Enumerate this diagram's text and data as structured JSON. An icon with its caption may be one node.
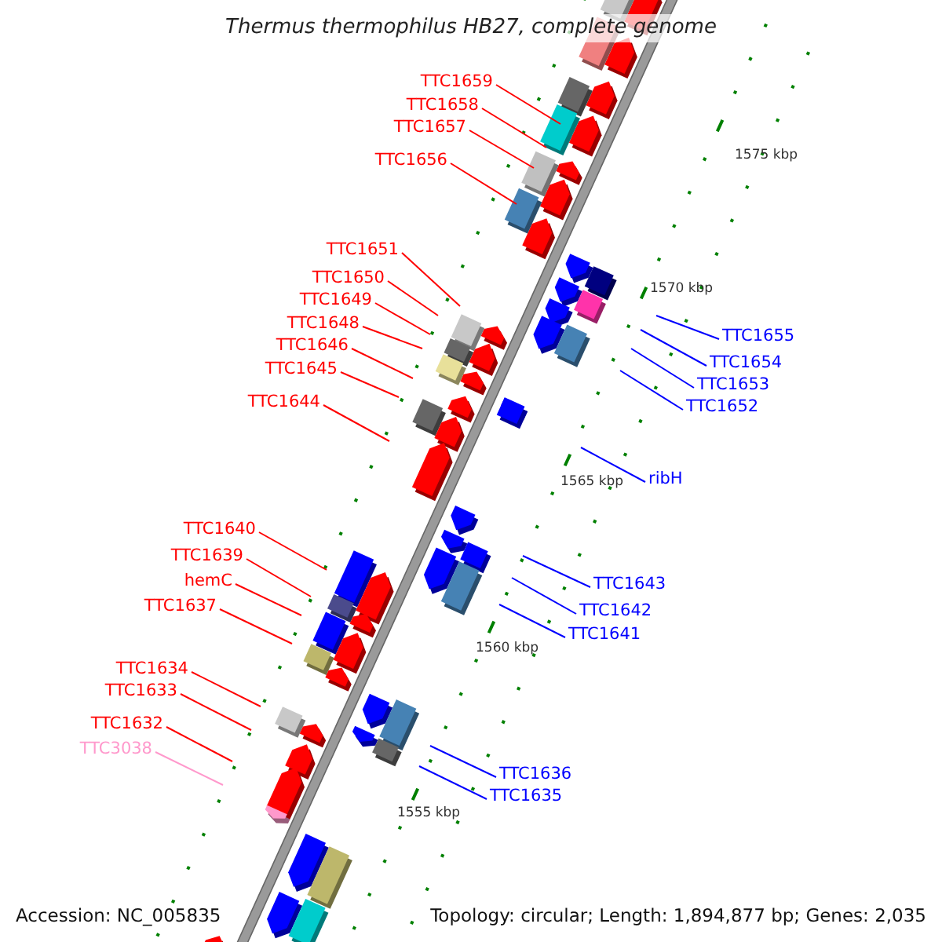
{
  "diagram": {
    "title": "Thermus thermophilus HB27, complete genome",
    "nodes": [
      {
        "text": [
          "TTC1659"
        ]
      },
      {
        "text": [
          "TTC1658"
        ]
      },
      {
        "text": [
          "TTC1657"
        ]
      },
      {
        "text": [
          "TTC1656"
        ]
      },
      {
        "text": [
          "TTC1651"
        ]
      },
      {
        "text": [
          "TTC1650"
        ]
      },
      {
        "text": [
          "TTC1649"
        ]
      },
      {
        "text": [
          "TTC1648"
        ]
      },
      {
        "text": [
          "TTC1646"
        ]
      },
      {
        "text": [
          "TTC1645"
        ]
      },
      {
        "text": [
          "TTC1644"
        ]
      },
      {
        "text": [
          "TTC1640"
        ]
      },
      {
        "text": [
          "TTC1639"
        ]
      },
      {
        "text": [
          "hemC"
        ]
      },
      {
        "text": [
          "TTC1637"
        ]
      },
      {
        "text": [
          "TTC1634"
        ]
      },
      {
        "text": [
          "TTC1633"
        ]
      },
      {
        "text": [
          "TTC1632"
        ]
      },
      {
        "text": [
          "TTC3038"
        ]
      },
      {
        "text": [
          "TTC1655"
        ]
      },
      {
        "text": [
          "TTC1654"
        ]
      },
      {
        "text": [
          "TTC1653"
        ]
      },
      {
        "text": [
          "TTC1652"
        ]
      },
      {
        "text": [
          "ribH"
        ]
      },
      {
        "text": [
          "TTC1643"
        ]
      },
      {
        "text": [
          "TTC1642"
        ]
      },
      {
        "text": [
          "TTC1641"
        ]
      },
      {
        "text": [
          "TTC1636"
        ]
      },
      {
        "text": [
          "TTC1635"
        ]
      }
    ],
    "edges": [
      {
        "from": 0,
        "to": null,
        "arrow": "none"
      },
      {
        "from": 1,
        "to": null,
        "arrow": "none"
      },
      {
        "from": 2,
        "to": null,
        "arrow": "none"
      },
      {
        "from": 3,
        "to": null,
        "arrow": "none"
      },
      {
        "from": 4,
        "to": null,
        "arrow": "none"
      },
      {
        "from": 5,
        "to": null,
        "arrow": "none"
      },
      {
        "from": 6,
        "to": null,
        "arrow": "none"
      },
      {
        "from": 7,
        "to": null,
        "arrow": "none"
      },
      {
        "from": 8,
        "to": null,
        "arrow": "none"
      },
      {
        "from": 9,
        "to": null,
        "arrow": "none"
      },
      {
        "from": 10,
        "to": null,
        "arrow": "none"
      },
      {
        "from": 11,
        "to": null,
        "arrow": "none"
      },
      {
        "from": 12,
        "to": null,
        "arrow": "none"
      },
      {
        "from": 13,
        "to": null,
        "arrow": "none"
      },
      {
        "from": 14,
        "to": null,
        "arrow": "none"
      },
      {
        "from": 15,
        "to": null,
        "arrow": "none"
      },
      {
        "from": 16,
        "to": null,
        "arrow": "none"
      },
      {
        "from": 17,
        "to": null,
        "arrow": "none"
      },
      {
        "from": 18,
        "to": null,
        "arrow": "none",
        "color": "#ff99cc"
      },
      {
        "from": 19,
        "to": null,
        "arrow": "none",
        "color": "#0000ff"
      },
      {
        "from": 20,
        "to": null,
        "arrow": "none",
        "color": "#0000ff"
      },
      {
        "from": 21,
        "to": null,
        "arrow": "none",
        "color": "#0000ff"
      },
      {
        "from": 22,
        "to": null,
        "arrow": "none",
        "color": "#0000ff"
      },
      {
        "from": 23,
        "to": null,
        "arrow": "none",
        "color": "#0000ff"
      },
      {
        "from": 24,
        "to": null,
        "arrow": "none",
        "color": "#0000ff"
      },
      {
        "from": 25,
        "to": null,
        "arrow": "none",
        "color": "#0000ff"
      },
      {
        "from": 26,
        "to": null,
        "arrow": "none",
        "color": "#0000ff"
      },
      {
        "from": 27,
        "to": null,
        "arrow": "none",
        "color": "#0000ff"
      },
      {
        "from": 28,
        "to": null,
        "arrow": "none",
        "color": "#0000ff"
      }
    ],
    "labels": [
      "1575 kbp",
      "1570 kbp",
      "1565 kbp",
      "1560 kbp",
      "1555 kbp",
      "Accession: NC_005835",
      "Topology: circular; Length: 1,894,877 bp; Genes: 2,035"
    ]
  }
}
